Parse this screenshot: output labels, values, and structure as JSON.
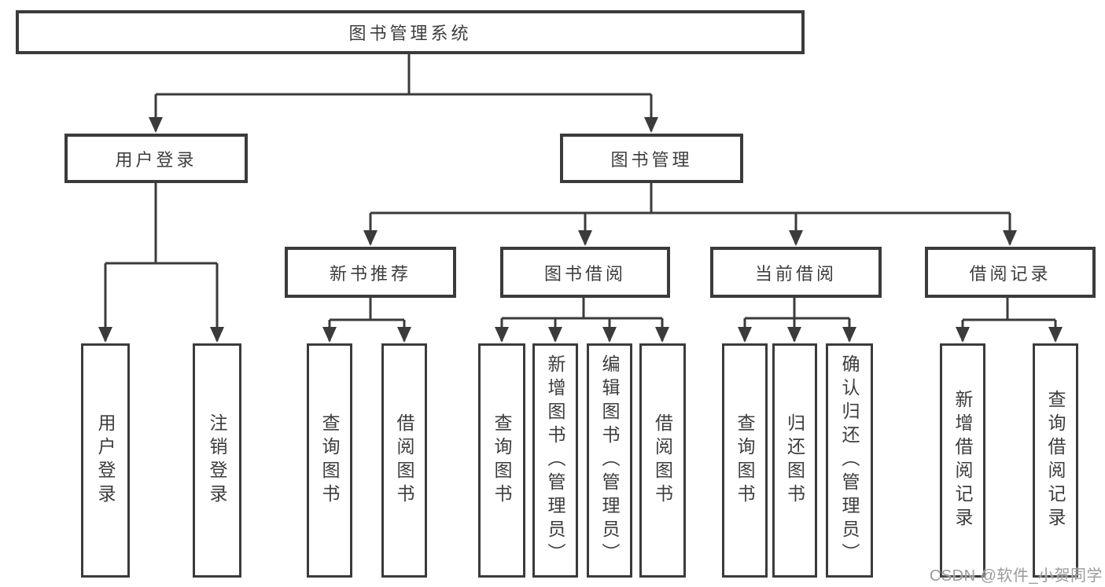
{
  "diagram": {
    "root_label": "图书管理系统",
    "level2": [
      {
        "label": "用户登录",
        "leaves": [
          "用户登录",
          "注销登录"
        ]
      },
      {
        "label": "图书管理",
        "groups": [
          {
            "label": "新书推荐",
            "leaves": [
              "查询图书",
              "借阅图书"
            ]
          },
          {
            "label": "图书借阅",
            "leaves": [
              "查询图书",
              "新增图书（管理员）",
              "编辑图书（管理员）",
              "借阅图书"
            ]
          },
          {
            "label": "当前借阅",
            "leaves": [
              "查询图书",
              "归还图书",
              "确认归还（管理员）"
            ]
          },
          {
            "label": "借阅记录",
            "leaves": [
              "新增借阅记录",
              "查询借阅记录"
            ]
          }
        ]
      }
    ]
  },
  "watermark": {
    "text": "CSDN @软件_小贺同学"
  },
  "colors": {
    "line": "#3b3b3b",
    "text": "#3d3d3d",
    "background": "#ffffff",
    "watermark": "#9b9b9b"
  }
}
